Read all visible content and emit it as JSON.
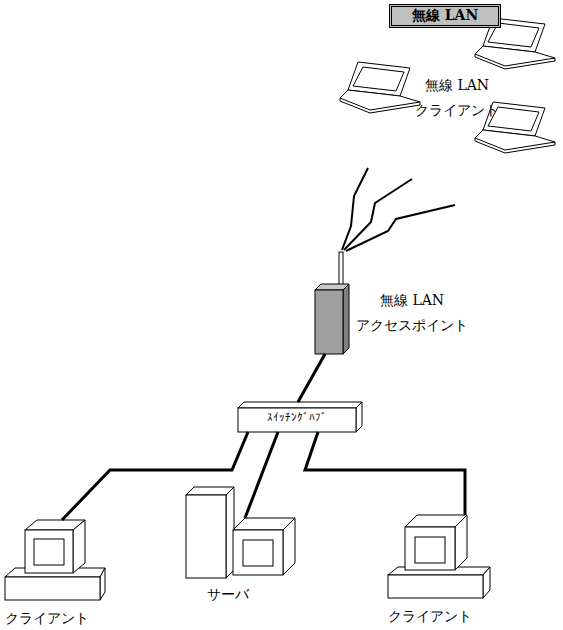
{
  "diagram": {
    "title": "無線 LAN",
    "nodes": [
      {
        "text": [
          "無線 LAN クライアント"
        ]
      },
      {
        "text": [
          "無線 LAN アクセスポイント"
        ]
      },
      {
        "text": [
          "ｽｲｯﾁﾝｸﾞﾊﾌﾞ"
        ]
      },
      {
        "text": [
          "クライアント"
        ]
      },
      {
        "text": [
          "サーバ"
        ]
      },
      {
        "text": [
          "クライアント"
        ]
      }
    ],
    "edges": [
      {
        "from": 1,
        "to": 2,
        "arrow": "none"
      },
      {
        "from": 2,
        "to": 3,
        "arrow": "none"
      },
      {
        "from": 2,
        "to": 4,
        "arrow": "none"
      },
      {
        "from": 2,
        "to": 5,
        "arrow": "none"
      }
    ]
  }
}
